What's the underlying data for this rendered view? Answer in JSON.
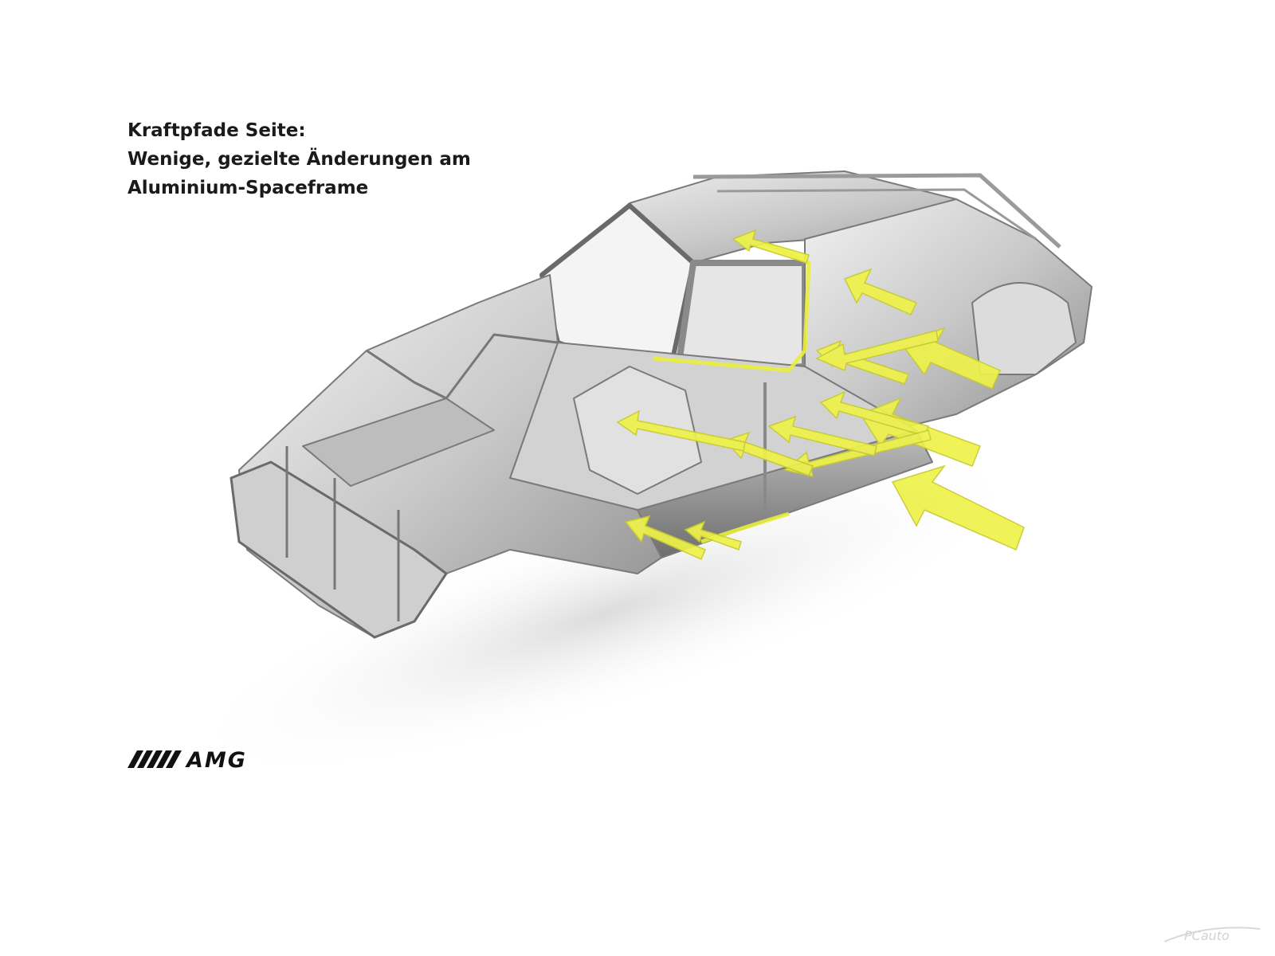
{
  "title": {
    "line1": "Kraftpfade Seite:",
    "line2": "Wenige, gezielte Änderungen am",
    "line3": "Aluminium-Spaceframe"
  },
  "logo": {
    "text": "AMG",
    "icon": "amg-logo-icon",
    "color": "#111111"
  },
  "diagram": {
    "subject": "aluminium-spaceframe-icon",
    "arrow_color": "#eef24a",
    "frame_color": "#c8c8c8"
  },
  "watermark": {
    "text": "PCauto",
    "icon": "pcauto-watermark-icon"
  }
}
